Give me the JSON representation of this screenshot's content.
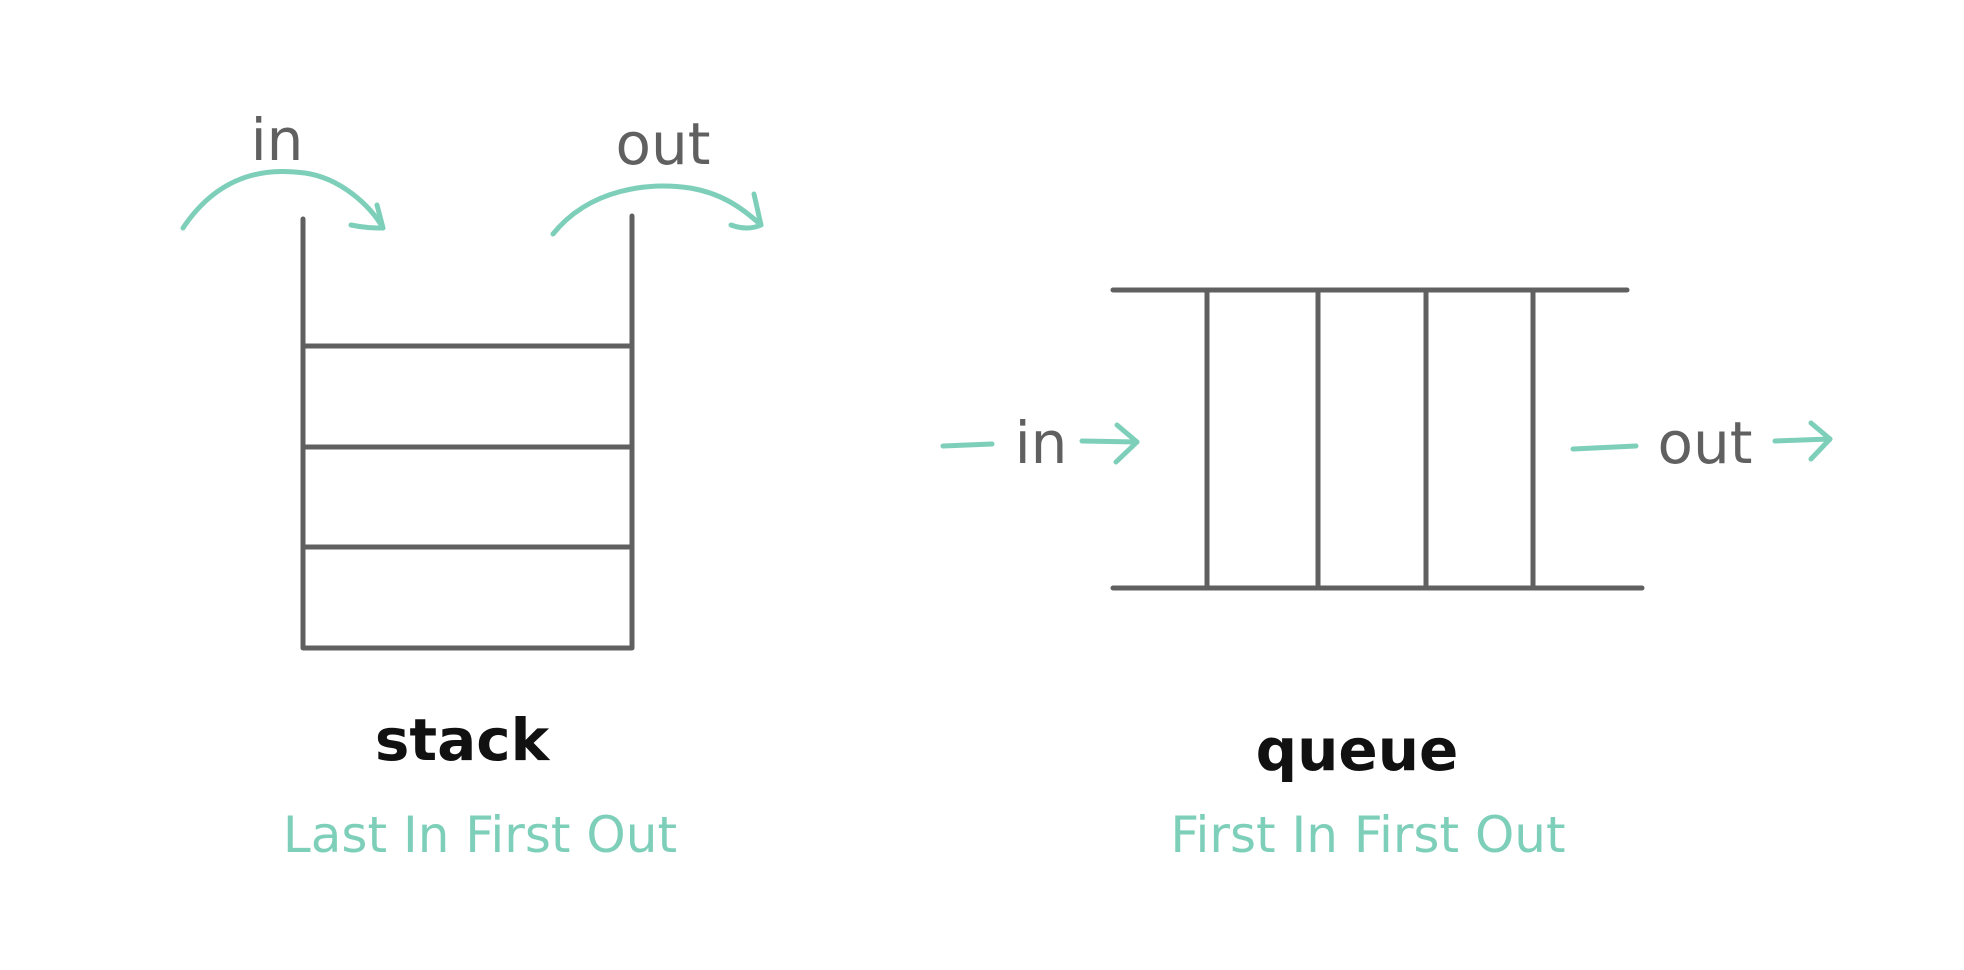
{
  "colors": {
    "line": "#606060",
    "accent": "#7ecfb9",
    "title": "#111111"
  },
  "stack": {
    "in_label": "in",
    "out_label": "out",
    "title": "stack",
    "subtitle": "Last In First Out"
  },
  "queue": {
    "in_label": "in",
    "out_label": "out",
    "title": "queue",
    "subtitle": "First In First Out"
  }
}
